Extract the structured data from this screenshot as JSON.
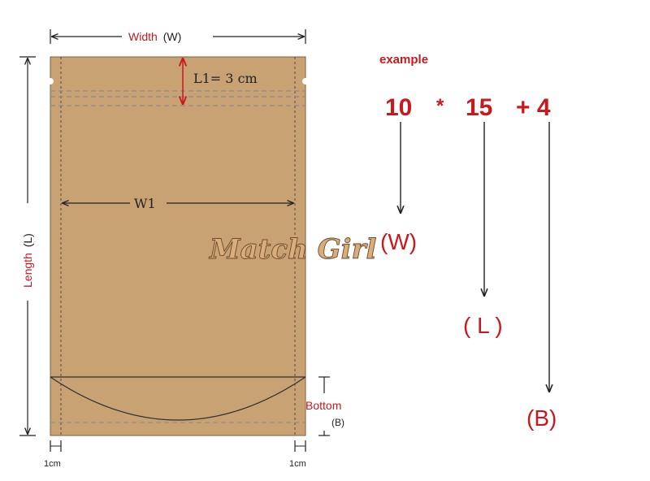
{
  "labels": {
    "width": "Width",
    "width_sym": "(W)",
    "length": "Length",
    "length_sym": "(L)",
    "l1": "L1= 3 cm",
    "w1": "W1",
    "bottom": "Bottom",
    "bottom_sym": "(B)",
    "left_margin": "1cm",
    "right_margin": "1cm"
  },
  "watermark": "Match Girl",
  "example": {
    "heading": "example",
    "width_value": "10",
    "times": "*",
    "length_value": "15",
    "plus_bottom": "+ 4",
    "width_result": "(W)",
    "length_result": "( L )",
    "bottom_result": "(B)"
  },
  "colors": {
    "bag_fill": "#c9a273",
    "accent": "#c8191e",
    "line": "#222222"
  }
}
